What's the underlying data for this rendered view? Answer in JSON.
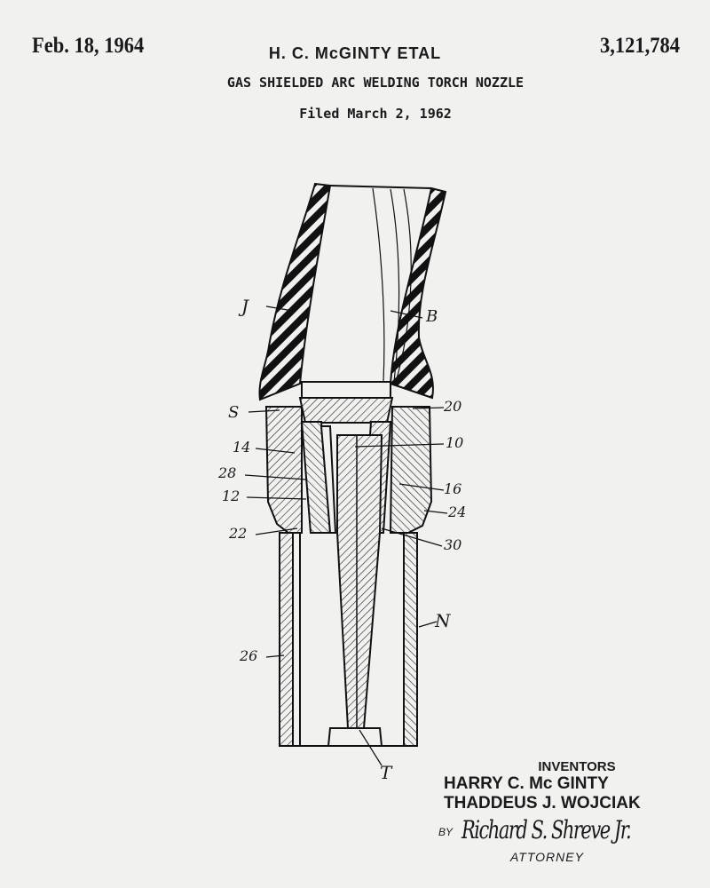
{
  "header": {
    "date": "Feb. 18, 1964",
    "inventor_heading": "H. C. McGINTY ETAL",
    "patent_number": "3,121,784",
    "title": "GAS SHIELDED ARC WELDING TORCH NOZZLE",
    "filed": "Filed March 2, 1962"
  },
  "drawing": {
    "labels": [
      "J",
      "B",
      "S",
      "20",
      "14",
      "10",
      "28",
      "12",
      "16",
      "24",
      "22",
      "30",
      "N",
      "26",
      "T"
    ]
  },
  "footer": {
    "inventors_label": "INVENTORS",
    "inventor_1": "HARRY C. Mc GINTY",
    "inventor_2": "THADDEUS J. WOJCIAK",
    "by": "BY",
    "signature": "Richard S. Shreve Jr.",
    "attorney": "ATTORNEY"
  }
}
